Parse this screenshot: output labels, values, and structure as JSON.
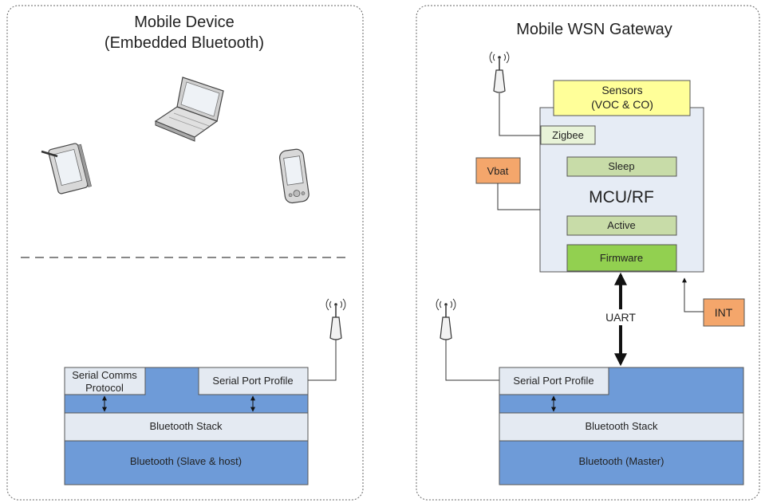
{
  "left_panel": {
    "title_line1": "Mobile Device",
    "title_line2": "(Embedded Bluetooth)",
    "serial_comms_line1": "Serial Comms",
    "serial_comms_line2": "Protocol",
    "serial_port_profile": "Serial Port Profile",
    "bluetooth_stack": "Bluetooth Stack",
    "bluetooth_base": "Bluetooth (Slave & host)"
  },
  "right_panel": {
    "title": "Mobile WSN Gateway",
    "sensors_line1": "Sensors",
    "sensors_line2": "(VOC & CO)",
    "zigbee": "Zigbee",
    "vbat": "Vbat",
    "sleep": "Sleep",
    "mcu": "MCU/RF",
    "active": "Active",
    "firmware": "Firmware",
    "uart": "UART",
    "int": "INT",
    "serial_port_profile": "Serial Port Profile",
    "bluetooth_stack": "Bluetooth Stack",
    "bluetooth_base": "Bluetooth (Master)"
  },
  "colors": {
    "bt_blue": "#6e9bd8",
    "stack_gray": "#e4eaf2",
    "mcu_bg": "#e6ecf5",
    "sensors_yellow": "#ffff99",
    "zigbee_bg": "#e8f3d8",
    "state_green": "#c8dca8",
    "firmware_green": "#92d050",
    "orange": "#f4a66b"
  }
}
